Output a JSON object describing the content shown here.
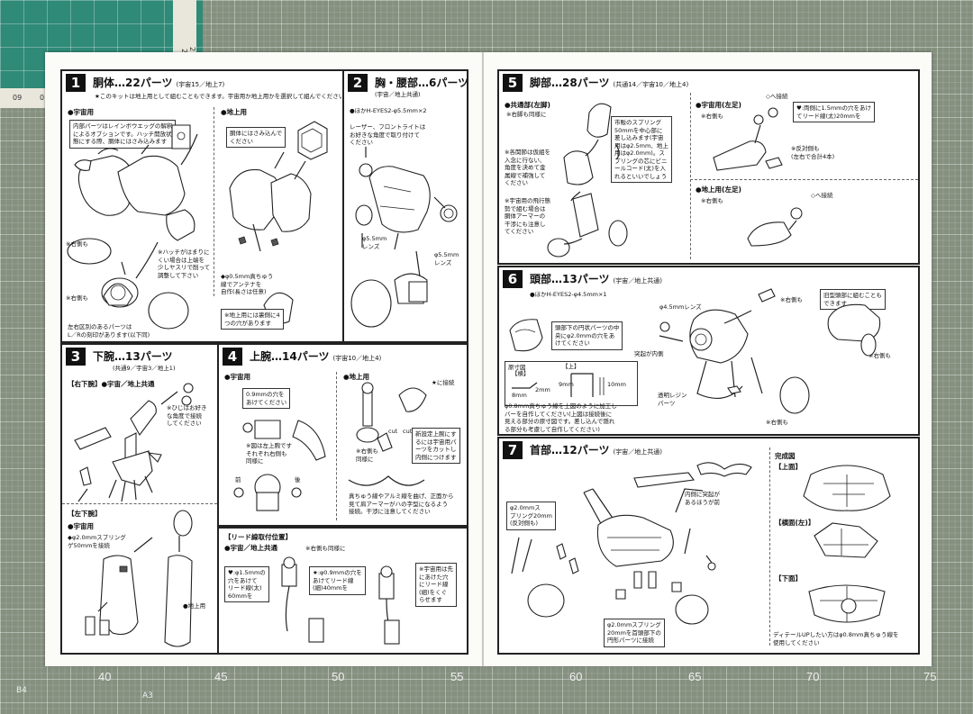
{
  "mat": {
    "ruler_numbers": [
      "270",
      "280",
      "09",
      "0"
    ],
    "scale": [
      "40",
      "45",
      "50",
      "55",
      "60",
      "65",
      "70",
      "75"
    ],
    "corner_b4": "B4",
    "corner_a3": "A3"
  },
  "p1": {
    "num": "1",
    "title": "胴体…22パーツ",
    "sub": "(宇宙15／地上7)",
    "intro": "★このキットは地上用として組むこともできます。宇宙用か地上用かを選択して組んでください",
    "sec_space": "●宇宙用",
    "sec_ground": "●地上用",
    "box1": [
      "内部パーツはレインボウエッグの解釈",
      "によるオプションです。ハッチ開放状",
      "態にする際、胴体にはさみ込みます"
    ],
    "box2": [
      "胴体にはさみ込んで",
      "ください"
    ],
    "right_same": "※右側も",
    "right_same2": "※右側も",
    "hatch": [
      "※ハッチがはまりに",
      "くい場合は上端を",
      "少しヤスリで削って",
      "調整して下さい"
    ],
    "antenna": [
      "◆φ0.5mm真ちゅう",
      "線でアンテナを",
      "自作(長さは任意)"
    ],
    "holes": [
      "※地上用には裏側に4",
      "つの穴があります"
    ],
    "lr": [
      "左右区別のあるパーツは",
      "L／Rの刻印があります(以下同)"
    ]
  },
  "p2": {
    "num": "2",
    "title": "胸・腰部…6パーツ",
    "sub": "(宇宙／地上共通)",
    "eyes": "●ほかH-EYES2-φ5.5mm×2",
    "laser": [
      "レーザー、フロントライトは",
      "お好きな角度で取り付けて",
      "ください"
    ],
    "lens1": [
      "φ5.5mm",
      "レンズ"
    ],
    "lens2": [
      "φ5.5mm",
      "レンズ"
    ]
  },
  "p3": {
    "num": "3",
    "title": "下腕…13パーツ",
    "sub": "(共通9／宇宙3／地上1)",
    "right_arm": "【右下腕】●宇宙／地上共通",
    "elbow": [
      "※ひじはお好き",
      "な角度で接続",
      "してください"
    ],
    "left_arm": "【左下腕】",
    "sec_space": "●宇宙用",
    "spring": [
      "◆φ2.0mmスプリング",
      "ゲ50mmを接続"
    ],
    "ground": "●地上用"
  },
  "p4": {
    "num": "4",
    "title": "上腕…14パーツ",
    "sub": "(宇宙10／地上4)",
    "sec_space": "●宇宙用",
    "sec_ground": "●地上用",
    "drill": [
      "0.9mmの穴を",
      "あけてください"
    ],
    "fig": [
      "※図は左上腕です",
      "それぞれ右側も",
      "同様に"
    ],
    "front": "前",
    "back": "後",
    "connect": "★に接続",
    "right_same": "※右側も",
    "same": "同様に",
    "cut": "cut",
    "cut2": "cut",
    "newset": [
      "新設定上腕にす",
      "るには宇宙用パ",
      "ーツをカットし",
      "内側につけます"
    ],
    "wire": [
      "真ちゅう線やアルミ線を曲げ、正面から",
      "見て肩アーマーがハの字型になるよう",
      "接続。干渉に注意してください"
    ],
    "lead_title": "【リード線取付位置】",
    "lead_common": "●宇宙／地上共通",
    "lead_right": "※右側も同様に",
    "lead_a": [
      "♥:φ1.5mmの",
      "穴をあけて",
      "リード線(太)",
      "60mmを"
    ],
    "lead_b": [
      "★:φ0.9mmの穴を",
      "あけてリード線",
      "(細)40mmを"
    ],
    "lead_c": [
      "※宇宙用は先",
      "にあけた穴",
      "にリード線",
      "(細)をくぐ",
      "らせます"
    ]
  },
  "p5": {
    "num": "5",
    "title": "脚部…28パーツ",
    "sub": "(共通14／宇宙10／地上4)",
    "common": "●共通部(左脚)",
    "right_same": "※右脚も同様に",
    "box": [
      "市販のスプリング",
      "50mmを中心部に",
      "差し込みます(宇宙",
      "用はφ2.5mm、地上",
      "用はφ2.0mm)。ス",
      "プリングの芯にビニ",
      "ールコード(太)を入",
      "れるといいでしょう"
    ],
    "parts": [
      "※各関節は仮組を",
      "入念に行ない、",
      "角度を決めて金",
      "属線で補強して",
      "ください"
    ],
    "flight": [
      "※宇宙用の飛行態",
      "勢で組む場合は",
      "胴体アーマーの",
      "干渉にも注意し",
      "てください"
    ],
    "space_l": "●宇宙用(左足)",
    "right_same2": "※右側も",
    "to": "◇へ接続",
    "to2": "◇へ接続",
    "hole": [
      "♥:両側に1.5mmの穴をあけ",
      "てリード線(太)20mmを"
    ],
    "refl": [
      "※反対側も",
      "(左右で合計4本)"
    ],
    "ground_l": "●地上用(左足)",
    "right_same3": "※右側も"
  },
  "p6": {
    "num": "6",
    "title": "頭部…13パーツ",
    "sub": "(宇宙／地上共通)",
    "eyes": "●ほかH-EYES2-φ4.5mm×1",
    "lens": "φ4.5mmレンズ",
    "right_same": "※右側も",
    "center": [
      "頭部下の円状パーツの中",
      "央にφ2.0mmの穴をあ",
      "けてください"
    ],
    "proj": "突起が内側",
    "clear": [
      "透明レジン",
      "パーツ"
    ],
    "old": [
      "旧型頭部に組むことも",
      "できます"
    ],
    "right_same2": "※右側も",
    "right_same3": "※右側も",
    "orig": "原寸図",
    "sq": "【横】",
    "up": "【上】",
    "d8": "8mm",
    "d2": "2mm",
    "d9": "9mm",
    "d10": "10mm",
    "brass": [
      "φ0.8mm真ちゅう線を上図のように加工し",
      "バーを自作してください(上図は接続後に",
      "見える部分の原寸図です。差し込んで隠れ",
      "る部分も考慮して自作してください)"
    ]
  },
  "p7": {
    "num": "7",
    "title": "首部…12パーツ",
    "sub": "(宇宙／地上共通)",
    "spring_a": [
      "φ2.0mmス",
      "プリング20mm",
      "(反対側も)"
    ],
    "proj": [
      "内側に突起が",
      "あるほうが前"
    ],
    "spring_b": [
      "φ2.0mmスプリング",
      "20mmを首頭部下の",
      "円形パーツに接続"
    ],
    "done": "完成図",
    "top": "【上面】",
    "side": "【横面(左)】",
    "bottom": "【下面】",
    "detail": [
      "ディテールUPしたい方はφ0.8mm真ちゅう線を",
      "使用してください"
    ]
  }
}
